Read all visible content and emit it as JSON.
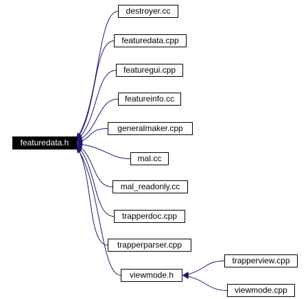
{
  "graph": {
    "edge_color": "#191970",
    "root": {
      "id": "featuredata_h",
      "label": "featuredata.h",
      "fill": "#000000",
      "text_color": "#ffffff"
    },
    "nodes": [
      {
        "id": "destroyer_cc",
        "label": "destroyer.cc"
      },
      {
        "id": "featuredata_cpp",
        "label": "featuredata.cpp"
      },
      {
        "id": "featuregui_cpp",
        "label": "featuregui.cpp"
      },
      {
        "id": "featureinfo_cc",
        "label": "featureinfo.cc"
      },
      {
        "id": "generalmaker_cpp",
        "label": "generalmaker.cpp"
      },
      {
        "id": "mal_cc",
        "label": "mal.cc"
      },
      {
        "id": "mal_readonly_cc",
        "label": "mal_readonly.cc"
      },
      {
        "id": "trapperdoc_cpp",
        "label": "trapperdoc.cpp"
      },
      {
        "id": "trapperparser_cpp",
        "label": "trapperparser.cpp"
      },
      {
        "id": "viewmode_h",
        "label": "viewmode.h"
      },
      {
        "id": "trapperview_cpp",
        "label": "trapperview.cpp"
      },
      {
        "id": "viewmode_cpp",
        "label": "viewmode.cpp"
      }
    ],
    "edges": [
      {
        "from": "destroyer_cc",
        "to": "featuredata_h"
      },
      {
        "from": "featuredata_cpp",
        "to": "featuredata_h"
      },
      {
        "from": "featuregui_cpp",
        "to": "featuredata_h"
      },
      {
        "from": "featureinfo_cc",
        "to": "featuredata_h"
      },
      {
        "from": "generalmaker_cpp",
        "to": "featuredata_h"
      },
      {
        "from": "mal_cc",
        "to": "featuredata_h"
      },
      {
        "from": "mal_readonly_cc",
        "to": "featuredata_h"
      },
      {
        "from": "trapperdoc_cpp",
        "to": "featuredata_h"
      },
      {
        "from": "trapperparser_cpp",
        "to": "featuredata_h"
      },
      {
        "from": "viewmode_h",
        "to": "featuredata_h"
      },
      {
        "from": "trapperview_cpp",
        "to": "viewmode_h"
      },
      {
        "from": "viewmode_cpp",
        "to": "viewmode_h"
      }
    ]
  }
}
